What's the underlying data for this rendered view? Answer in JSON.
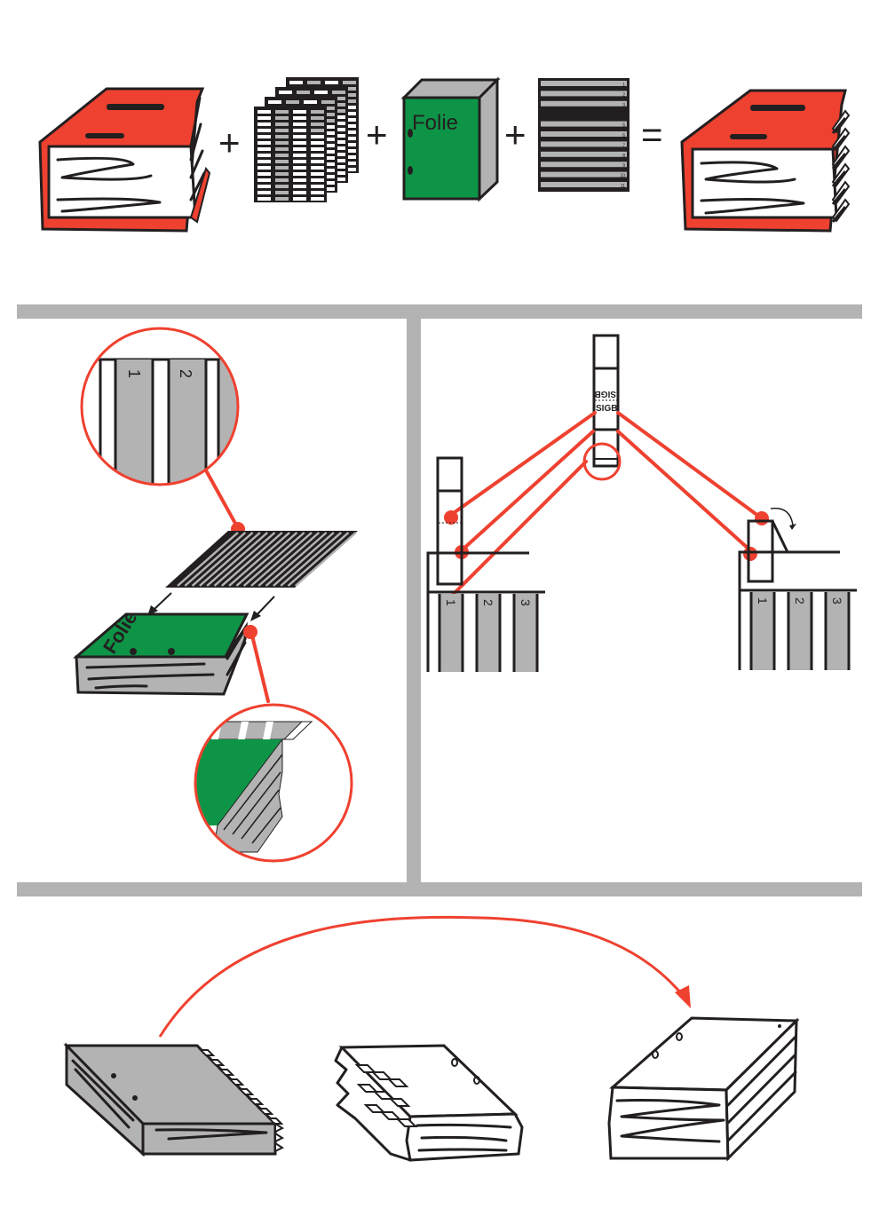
{
  "colors": {
    "red": "#ef4130",
    "green": "#0e9447",
    "grey": "#b3b3b3",
    "dark": "#231f20",
    "divider": "#b3b3b3"
  },
  "equation": {
    "operators": [
      "+",
      "+",
      "+",
      "="
    ],
    "items": [
      {
        "name": "red-binder-without-tabs"
      },
      {
        "name": "stack-of-grid-tab-sheets"
      },
      {
        "name": "foil-box",
        "label": "Folie"
      },
      {
        "name": "striped-tab-strip-card",
        "numbers": [
          "1",
          "2",
          "3",
          "4",
          "5",
          "6",
          "7",
          "8",
          "9",
          "10",
          "11"
        ]
      },
      {
        "name": "red-binder-with-tabs"
      }
    ]
  },
  "step_left": {
    "zoom_tab_labels": [
      "1",
      "2"
    ],
    "foil_label": "Folie"
  },
  "step_right": {
    "tab_brand_top": "SIGB",
    "tab_brand_bottom": "SIGB",
    "left_tab_numbers": [
      "1",
      "2",
      "3"
    ],
    "right_tab_numbers": [
      "1",
      "2",
      "3"
    ]
  },
  "step_bottom": {
    "items": [
      {
        "name": "grey-tabbed-folder"
      },
      {
        "name": "white-stack-with-tabs"
      },
      {
        "name": "white-stack-result"
      }
    ]
  }
}
